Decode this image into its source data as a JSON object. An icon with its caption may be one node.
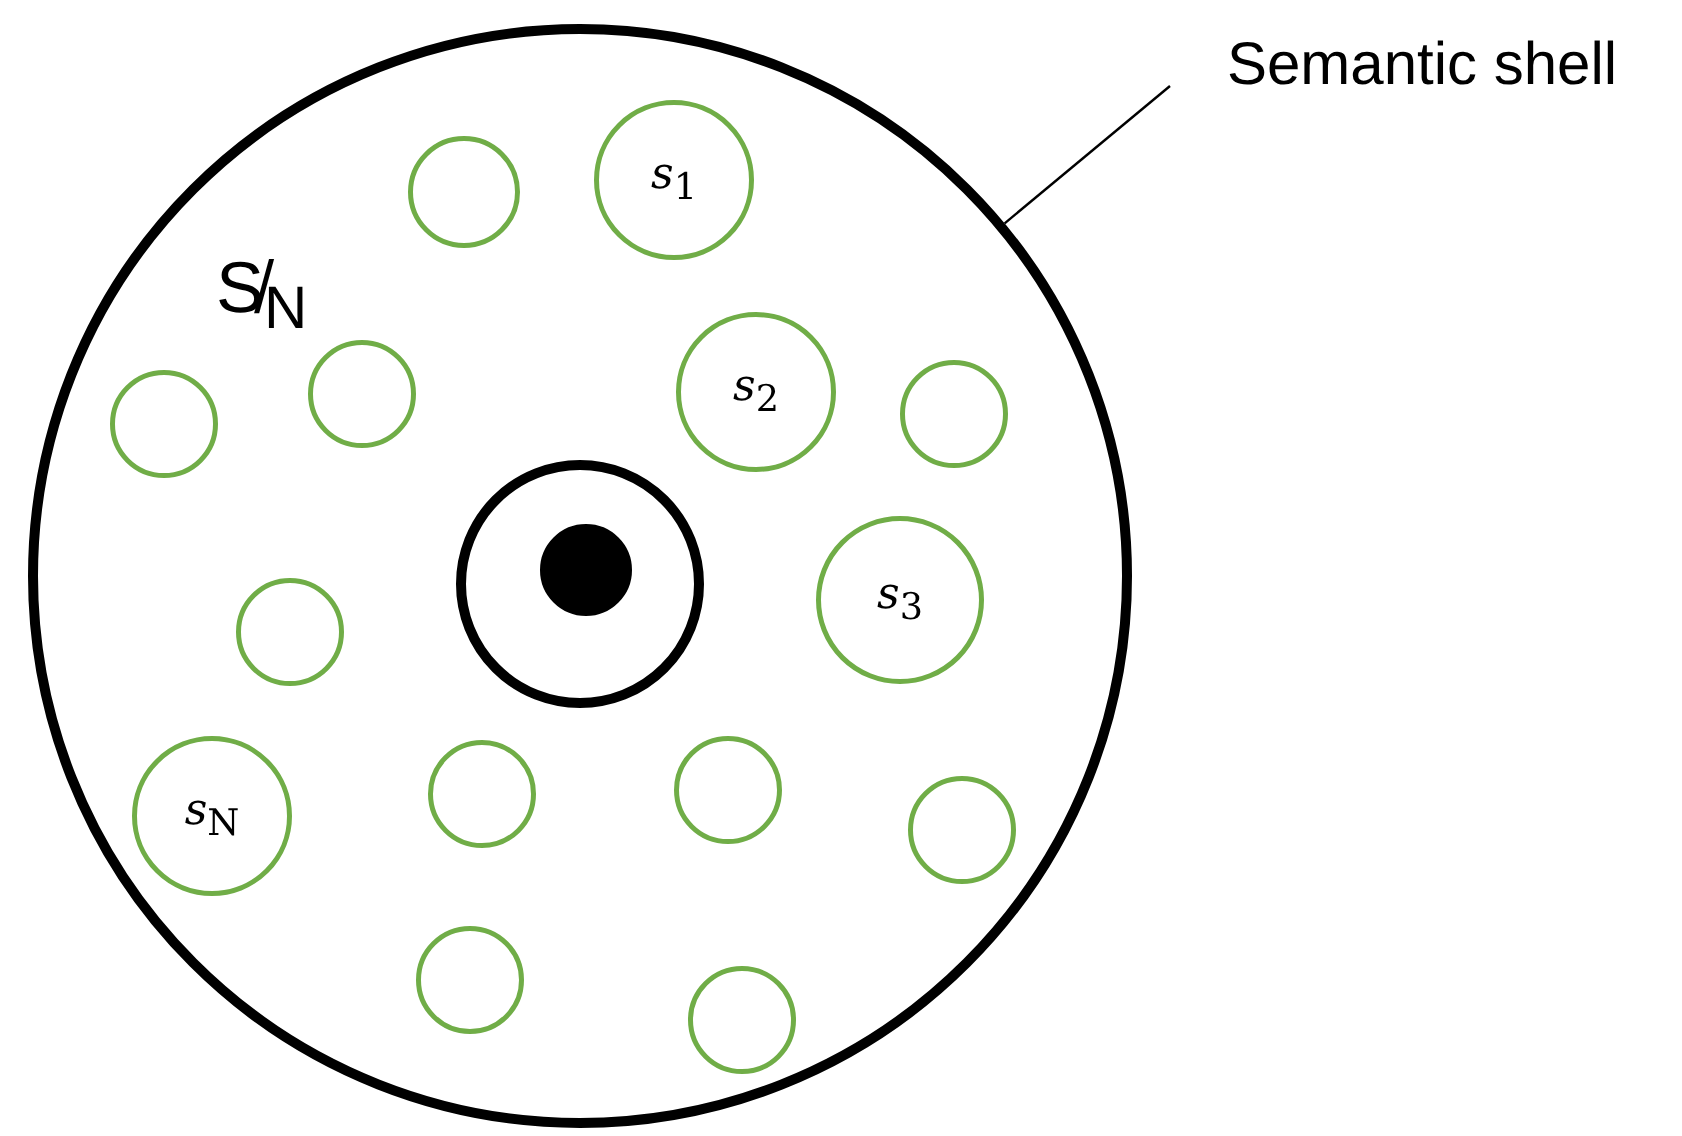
{
  "diagram": {
    "nodes": [
      {
        "text": [],
        "shape": "circle"
      },
      {
        "text": [
          "Semantic shell"
        ]
      },
      {
        "text": [],
        "shape": "circle",
        "in": 0
      },
      {
        "text": [
          "*s*$_{1}$"
        ],
        "in": 0
      },
      {
        "text": [],
        "shape": "circle",
        "in": 0
      },
      {
        "text": [],
        "shape": "circle",
        "in": 0
      },
      {
        "text": [
          "*s*$_{2}$"
        ],
        "in": 0
      },
      {
        "text": [],
        "shape": "circle",
        "in": 0
      },
      {
        "text": [],
        "shape": "circle",
        "in": 0
      },
      {
        "text": [],
        "shape": "circle",
        "in": 8
      },
      {
        "text": [],
        "shape": "circle",
        "in": 0
      },
      {
        "text": [
          "*s*$_{3}$"
        ],
        "in": 0
      },
      {
        "text": [
          "*s*$_{N}$"
        ],
        "in": 0
      },
      {
        "text": [],
        "shape": "circle",
        "in": 0
      },
      {
        "text": [],
        "shape": "circle",
        "in": 0
      },
      {
        "text": [],
        "shape": "circle",
        "in": 0
      },
      {
        "text": [],
        "shape": "circle",
        "in": 0
      },
      {
        "text": [],
        "shape": "circle",
        "in": 0
      }
    ],
    "edges": [
      {
        "from": 1,
        "to": 0,
        "arrow": "none"
      }
    ],
    "labels": [
      "S̸$_{N}$"
    ]
  }
}
